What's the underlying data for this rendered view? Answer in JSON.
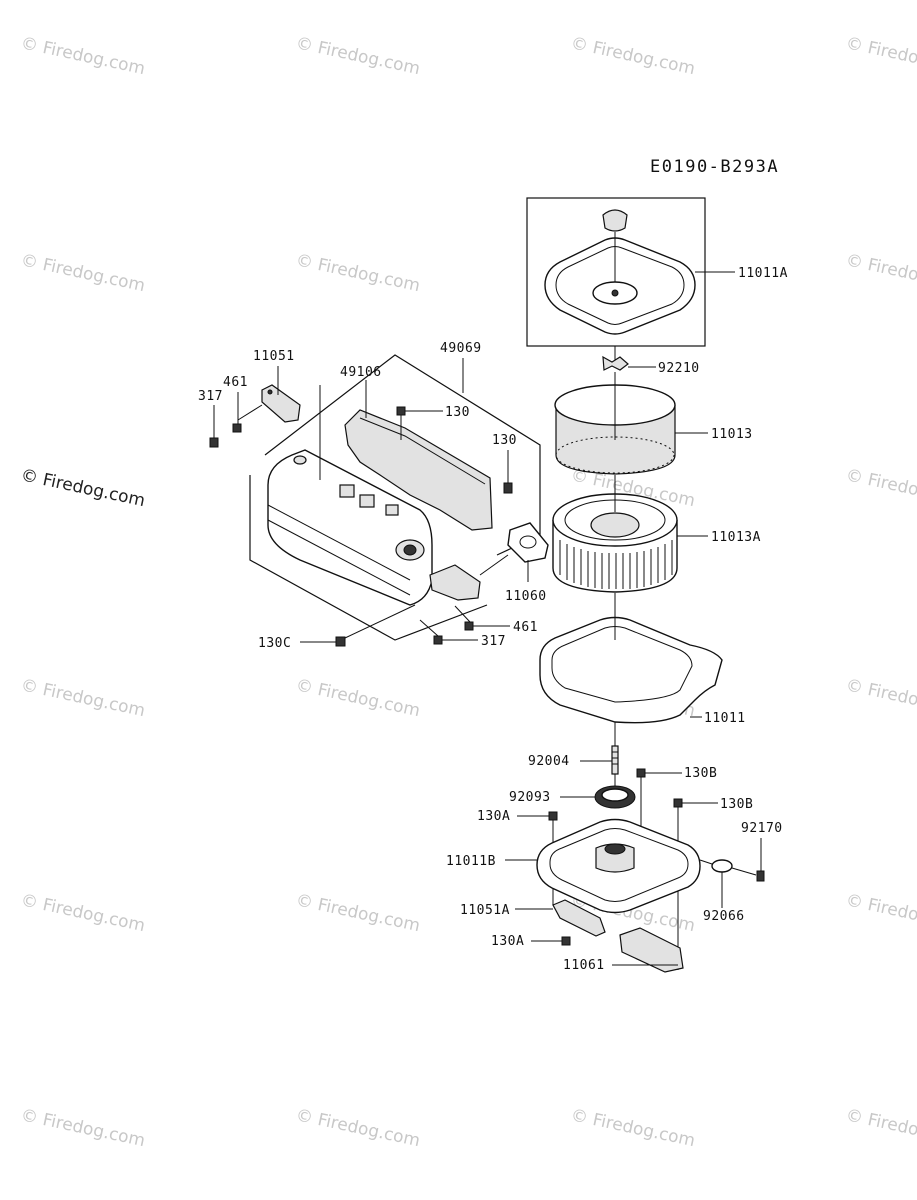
{
  "diagram_code": "E0190-B293A",
  "watermark": "© Firedog.com",
  "parts": {
    "p11011A": "11011A",
    "p92210": "92210",
    "p11013": "11013",
    "p11013A": "11013A",
    "p11060": "11060",
    "p11011": "11011",
    "p92004": "92004",
    "p130B_1": "130B",
    "p92093": "92093",
    "p130B_2": "130B",
    "p130A_1": "130A",
    "p92170": "92170",
    "p11011B": "11011B",
    "p92066": "92066",
    "p11051A": "11051A",
    "p130A_2": "130A",
    "p11061": "11061",
    "p11051": "11051",
    "p49069": "49069",
    "p461_1": "461",
    "p49106": "49106",
    "p317_1": "317",
    "p130_1": "130",
    "p130_2": "130",
    "p461_2": "461",
    "p130C": "130C",
    "p317_2": "317"
  }
}
